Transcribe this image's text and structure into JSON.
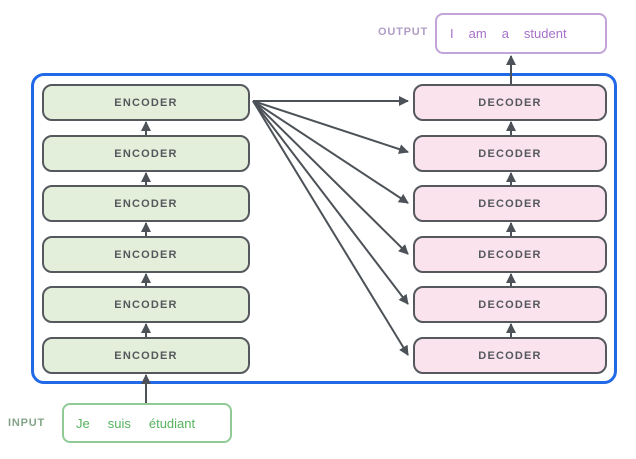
{
  "diagram": {
    "output": {
      "label": "OUTPUT",
      "words": [
        "I",
        "am",
        "a",
        "student"
      ]
    },
    "input": {
      "label": "INPUT",
      "words": [
        "Je",
        "suis",
        "étudiant"
      ]
    },
    "encoders": [
      {
        "label": "ENCODER"
      },
      {
        "label": "ENCODER"
      },
      {
        "label": "ENCODER"
      },
      {
        "label": "ENCODER"
      },
      {
        "label": "ENCODER"
      },
      {
        "label": "ENCODER"
      }
    ],
    "decoders": [
      {
        "label": "DECODER"
      },
      {
        "label": "DECODER"
      },
      {
        "label": "DECODER"
      },
      {
        "label": "DECODER"
      },
      {
        "label": "DECODER"
      },
      {
        "label": "DECODER"
      }
    ]
  },
  "colors": {
    "container_border": "#2269e8",
    "encoder_fill": "#e4efdb",
    "decoder_fill": "#fbe3ee",
    "box_border": "#55595e",
    "box_text": "#54585c",
    "arrow": "#4c5258",
    "output_border": "#c2a4d8",
    "output_text": "#a671ca",
    "output_label": "#b19dc5",
    "input_border": "#90cb96",
    "input_text": "#56b25e",
    "input_label": "#84a489"
  }
}
